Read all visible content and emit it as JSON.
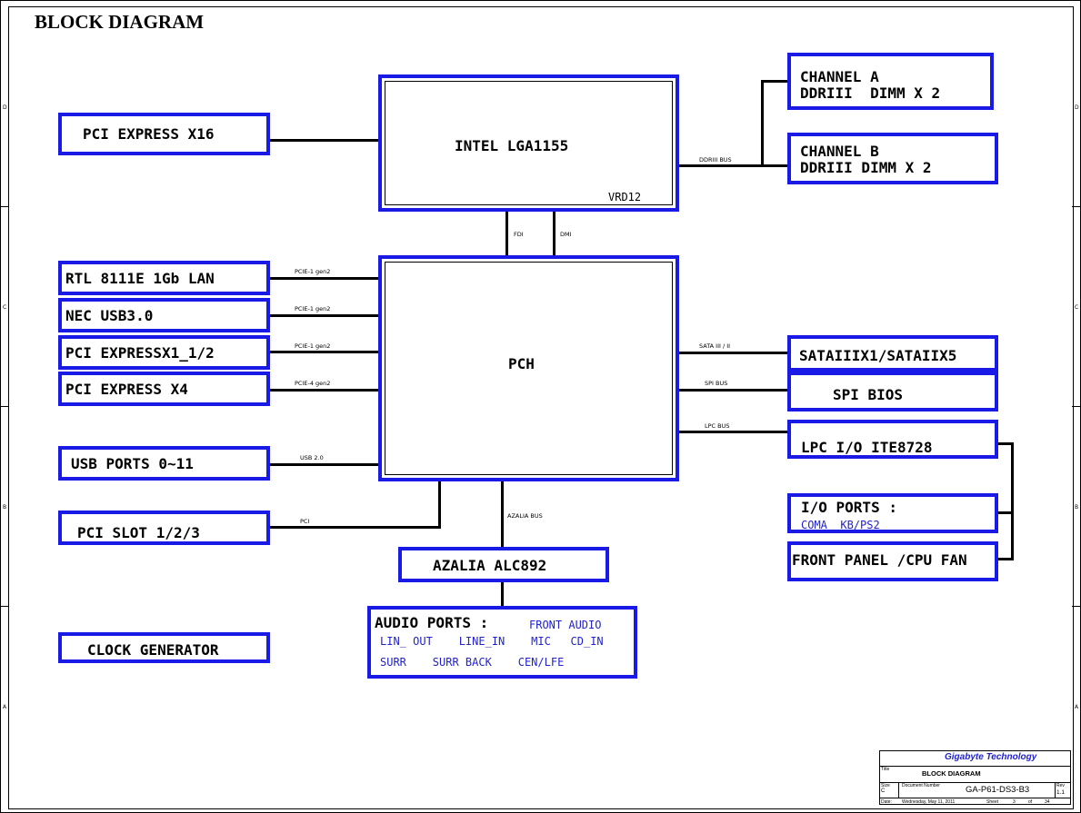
{
  "title": "BLOCK DIAGRAM",
  "cpu": {
    "label": "INTEL LGA1155",
    "vrd": "VRD12"
  },
  "pch": {
    "label": "PCH"
  },
  "memory": {
    "channel_a": [
      "CHANNEL A",
      "DDRIII  DIMM X 2"
    ],
    "channel_b": [
      "CHANNEL B",
      "DDRIII DIMM X 2"
    ],
    "bus": "DDRIII BUS"
  },
  "links": {
    "fdi": "FDI",
    "dmi": "DMI",
    "azalia_bus": "AZALIA BUS"
  },
  "left_blocks": {
    "pcie_x16": "PCI EXPRESS X16",
    "lan": "RTL 8111E 1Gb LAN",
    "usb3": "NEC USB3.0",
    "pcie_x1": "PCI EXPRESSX1_1/2",
    "pcie_x4": "PCI EXPRESS X4",
    "usb_ports": "USB PORTS 0~11",
    "pci_slot": "PCI SLOT 1/2/3",
    "clock": "CLOCK GENERATOR"
  },
  "left_buses": {
    "lan": "PCIE-1 gen2",
    "usb3": "PCIE-1 gen2",
    "pcie_x1": "PCIE-1 gen2",
    "pcie_x4": "PCIE-4 gen2",
    "usb": "USB 2.0",
    "pci": "PCI"
  },
  "right_blocks": {
    "sata": "SATAIIIX1/SATAIIX5",
    "spi": "SPI BIOS",
    "lpc": "LPC I/O ITE8728",
    "io_ports": "I/O PORTS :",
    "io_ports_detail": "COMA  KB/PS2",
    "front_panel": "FRONT PANEL /CPU FAN"
  },
  "right_buses": {
    "sata": "SATA III / II",
    "spi": "SPI BUS",
    "lpc": "LPC BUS"
  },
  "audio": {
    "codec": "AZALIA ALC892",
    "ports_title": "AUDIO PORTS :",
    "front_audio": "FRONT AUDIO",
    "row1": "LIN_ OUT    LINE_IN    MIC   CD_IN",
    "row2": "SURR    SURR BACK    CEN/LFE"
  },
  "title_block": {
    "company": "Gigabyte Technology",
    "title_label": "Title",
    "title": "BLOCK DIAGRAM",
    "size_label": "Size",
    "size": "C",
    "docnum_label": "Document Number",
    "docnum": "GA-P61-DS3-B3",
    "rev_label": "Rev",
    "rev": "1.1",
    "date_label": "Date:",
    "date": "Wednesday, May 11, 2011",
    "sheet_label": "Sheet",
    "sheet": "3",
    "of_label": "of",
    "total": "34"
  },
  "border_zones": [
    "D",
    "C",
    "B",
    "A"
  ]
}
